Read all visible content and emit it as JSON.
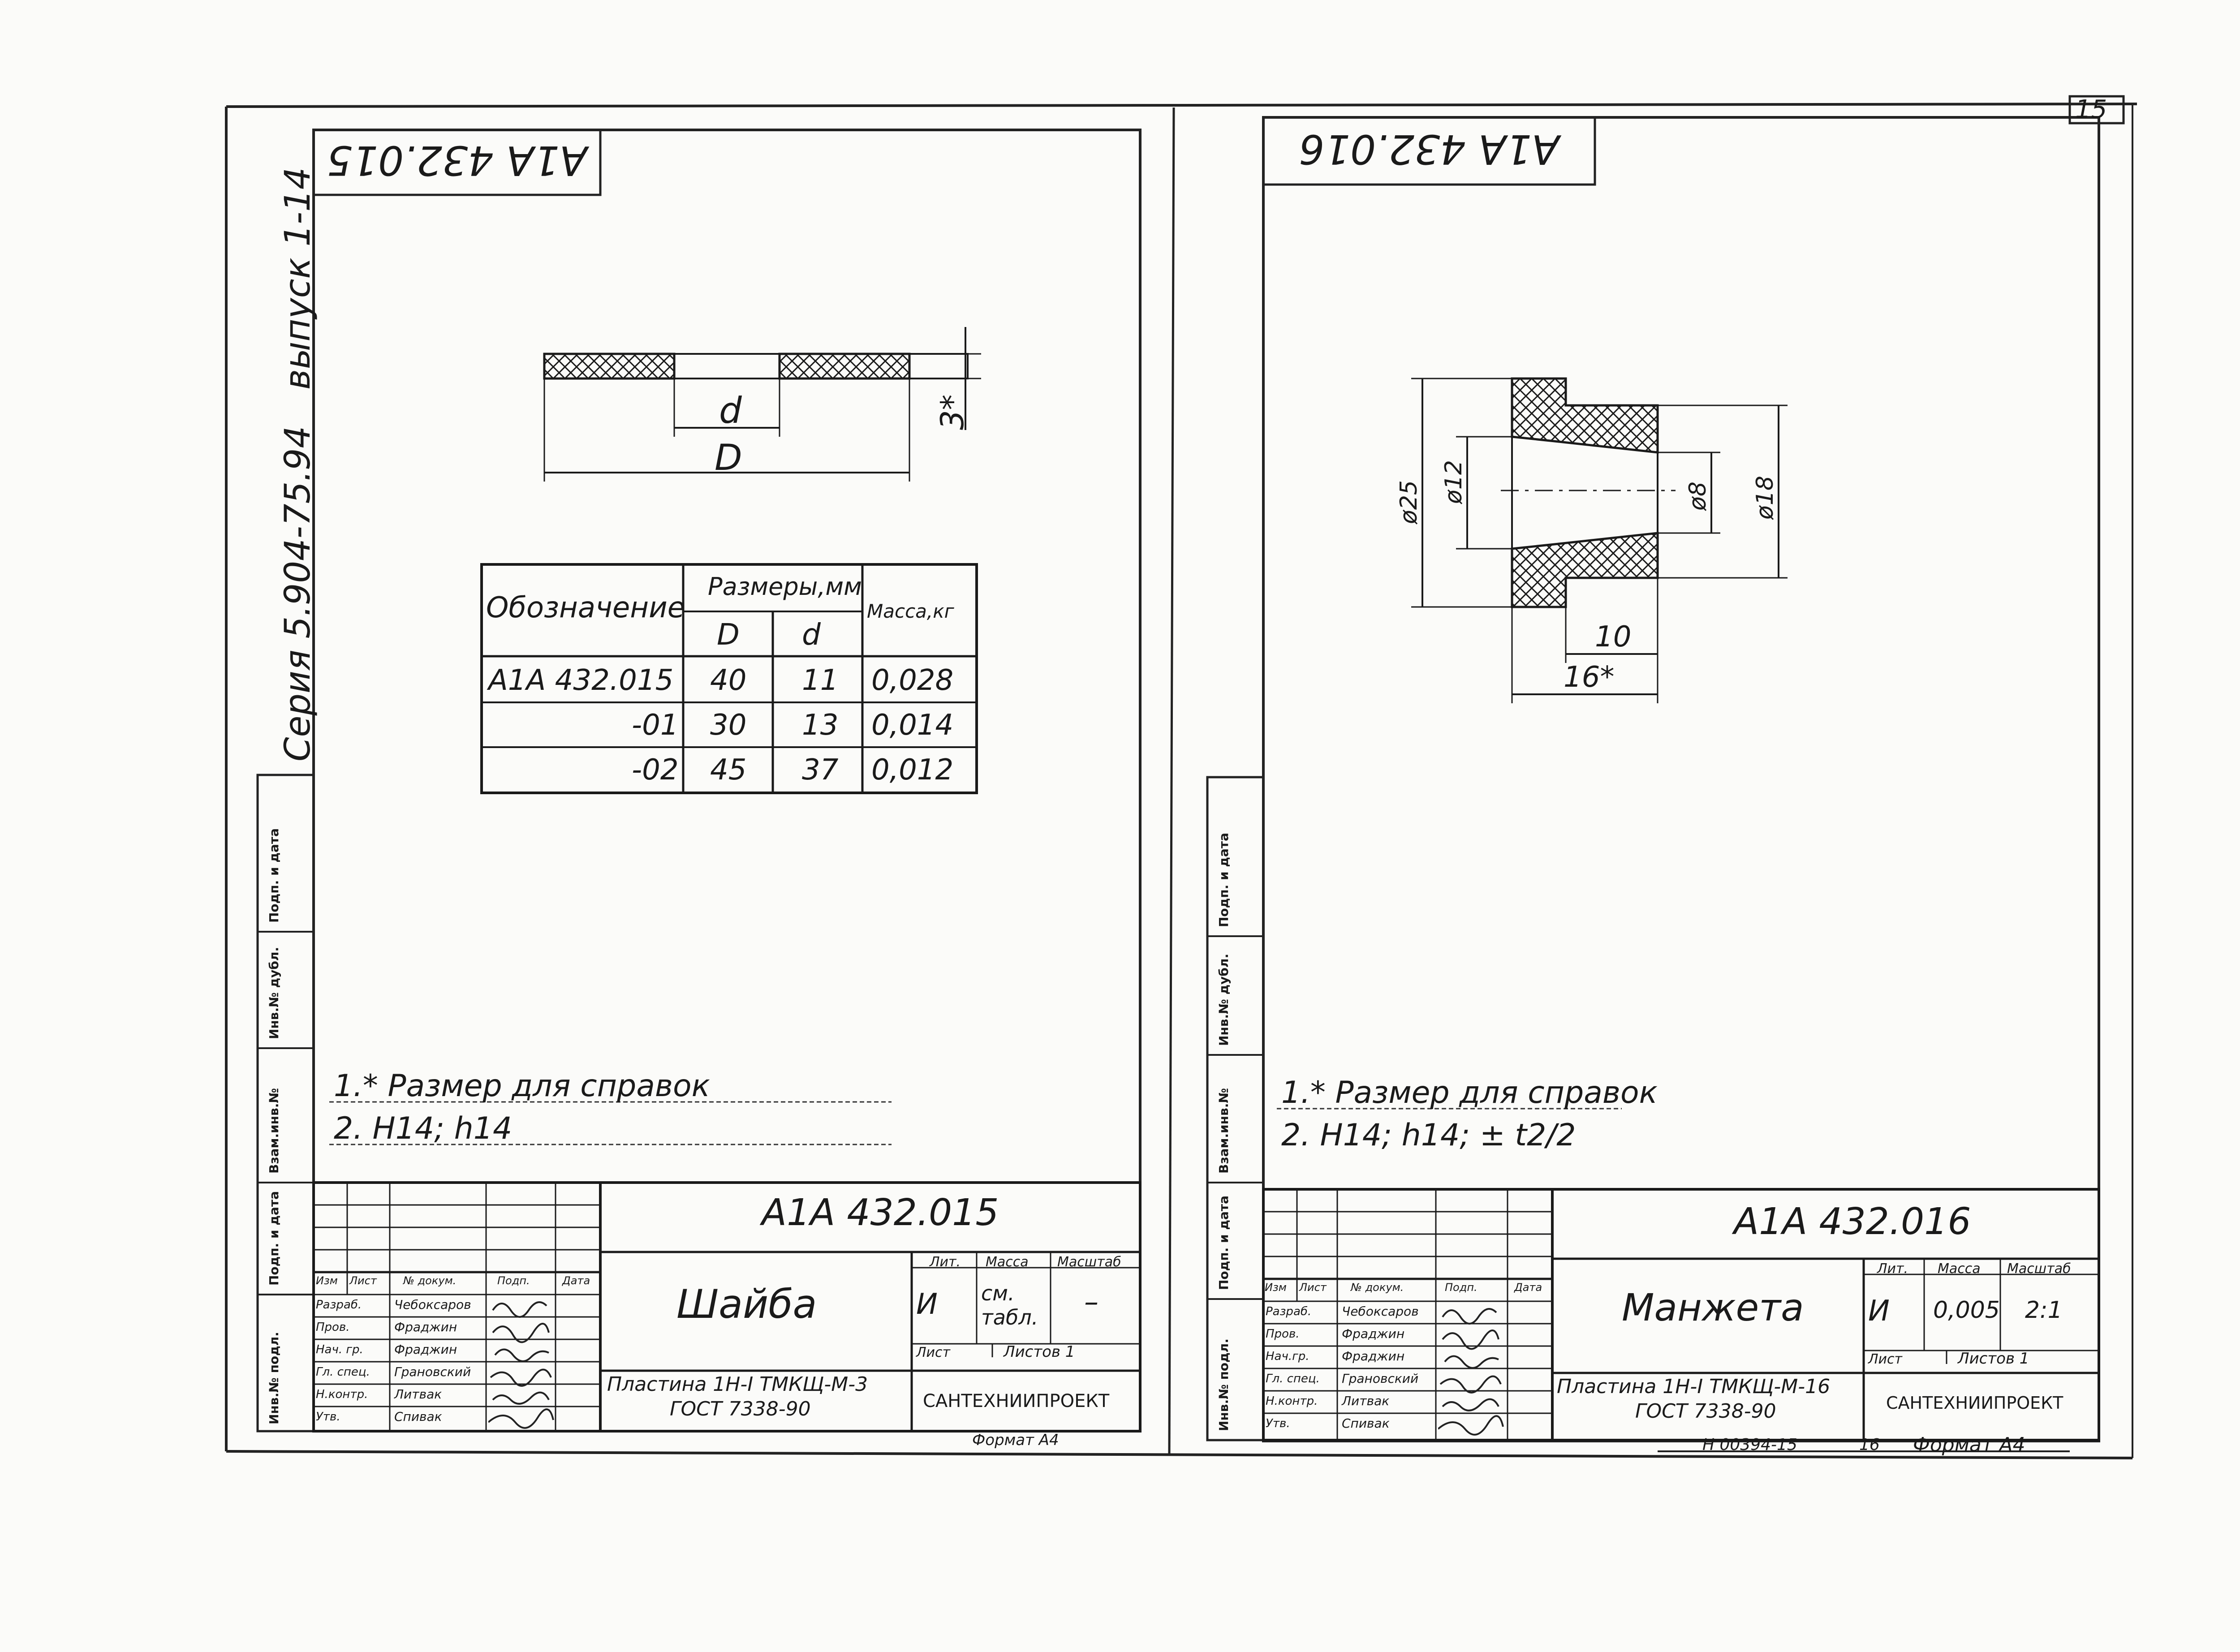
{
  "page_number": "15",
  "footer_page_number": "16",
  "series_code": "Серия 5.904-75.94",
  "issue": "выпуск 1-14",
  "margin_labels_left": [
    "Подп. и дата",
    "Инв.№ дубл.",
    "Взам.инв.№",
    "Подп. и дата",
    "Инв.№ подл."
  ],
  "margin_labels_right": [
    "Подп. и дата",
    "Инв.№ дубл.",
    "Взам.инв.№",
    "Подп. и дата",
    "Инв.№ подл."
  ],
  "left_sheet": {
    "mirrored_code": "А1А 432.015",
    "drawing": {
      "dim_d": "d",
      "dim_D": "D",
      "dim_thickness": "3*"
    },
    "table": {
      "header": {
        "designation": "Обозначение",
        "sizes": "Размеры,мм",
        "D": "D",
        "d": "d",
        "mass": "Масса,кг"
      },
      "rows": [
        {
          "designation": "А1А 432.015",
          "D": "40",
          "d": "11",
          "mass": "0,028"
        },
        {
          "designation": "-01",
          "D": "30",
          "d": "13",
          "mass": "0,014"
        },
        {
          "designation": "-02",
          "D": "45",
          "d": "37",
          "mass": "0,012"
        }
      ]
    },
    "notes": [
      "1.* Размер для справок",
      "2. Н14; h14"
    ],
    "title_block": {
      "code": "А1А 432.015",
      "name": "Шайба",
      "material": [
        "Пластина 1Н-I ТМКЩ-М-3",
        "ГОСТ 7338-90"
      ],
      "org": "САНТЕХНИИПРОЕКТ",
      "lit_header": "Лит.",
      "mass_header": "Масса",
      "scale_header": "Масштаб",
      "lit": "И",
      "mass": "см. табл.",
      "scale": "–",
      "sheet_label": "Лист",
      "sheets_label": "Листов 1",
      "col_headers": [
        "Изм",
        "Лист",
        "№ докум.",
        "Подп.",
        "Дата"
      ],
      "roles": [
        {
          "role": "Разраб.",
          "name": "Чебоксаров"
        },
        {
          "role": "Пров.",
          "name": "Фраджин"
        },
        {
          "role": "Нач. гр.",
          "name": "Фраджин"
        },
        {
          "role": "Гл. спец.",
          "name": "Грановский"
        },
        {
          "role": "Н.контр.",
          "name": "Литвак"
        },
        {
          "role": "Утв.",
          "name": "Спивак"
        }
      ]
    },
    "format": "Формат А4"
  },
  "right_sheet": {
    "mirrored_code": "А1А 432.016",
    "drawing": {
      "d25": "ø25",
      "d12": "ø12",
      "d8": "ø8",
      "d18": "ø18",
      "len10": "10",
      "len16": "16*"
    },
    "notes": [
      "1.* Размер для справок",
      "2. Н14; h14; ± t2/2"
    ],
    "title_block": {
      "code": "А1А 432.016",
      "name": "Манжета",
      "material": [
        "Пластина 1Н-I ТМКЩ-М-16",
        "ГОСТ 7338-90"
      ],
      "org": "САНТЕХНИИПРОЕКТ",
      "lit_header": "Лит.",
      "mass_header": "Масса",
      "scale_header": "Масштаб",
      "lit": "И",
      "mass": "0,005",
      "scale": "2:1",
      "sheet_label": "Лист",
      "sheets_label": "Листов 1",
      "col_headers": [
        "Изм",
        "Лист",
        "№ докум.",
        "Подп.",
        "Дата"
      ],
      "roles": [
        {
          "role": "Разраб.",
          "name": "Чебоксаров"
        },
        {
          "role": "Пров.",
          "name": "Фраджин"
        },
        {
          "role": "Нач.гр.",
          "name": "Фраджин"
        },
        {
          "role": "Гл. спец.",
          "name": "Грановский"
        },
        {
          "role": "Н.контр.",
          "name": "Литвак"
        },
        {
          "role": "Утв.",
          "name": "Спивак"
        }
      ]
    },
    "footer_code": "Н 00394-15",
    "format": "Формат А4"
  }
}
